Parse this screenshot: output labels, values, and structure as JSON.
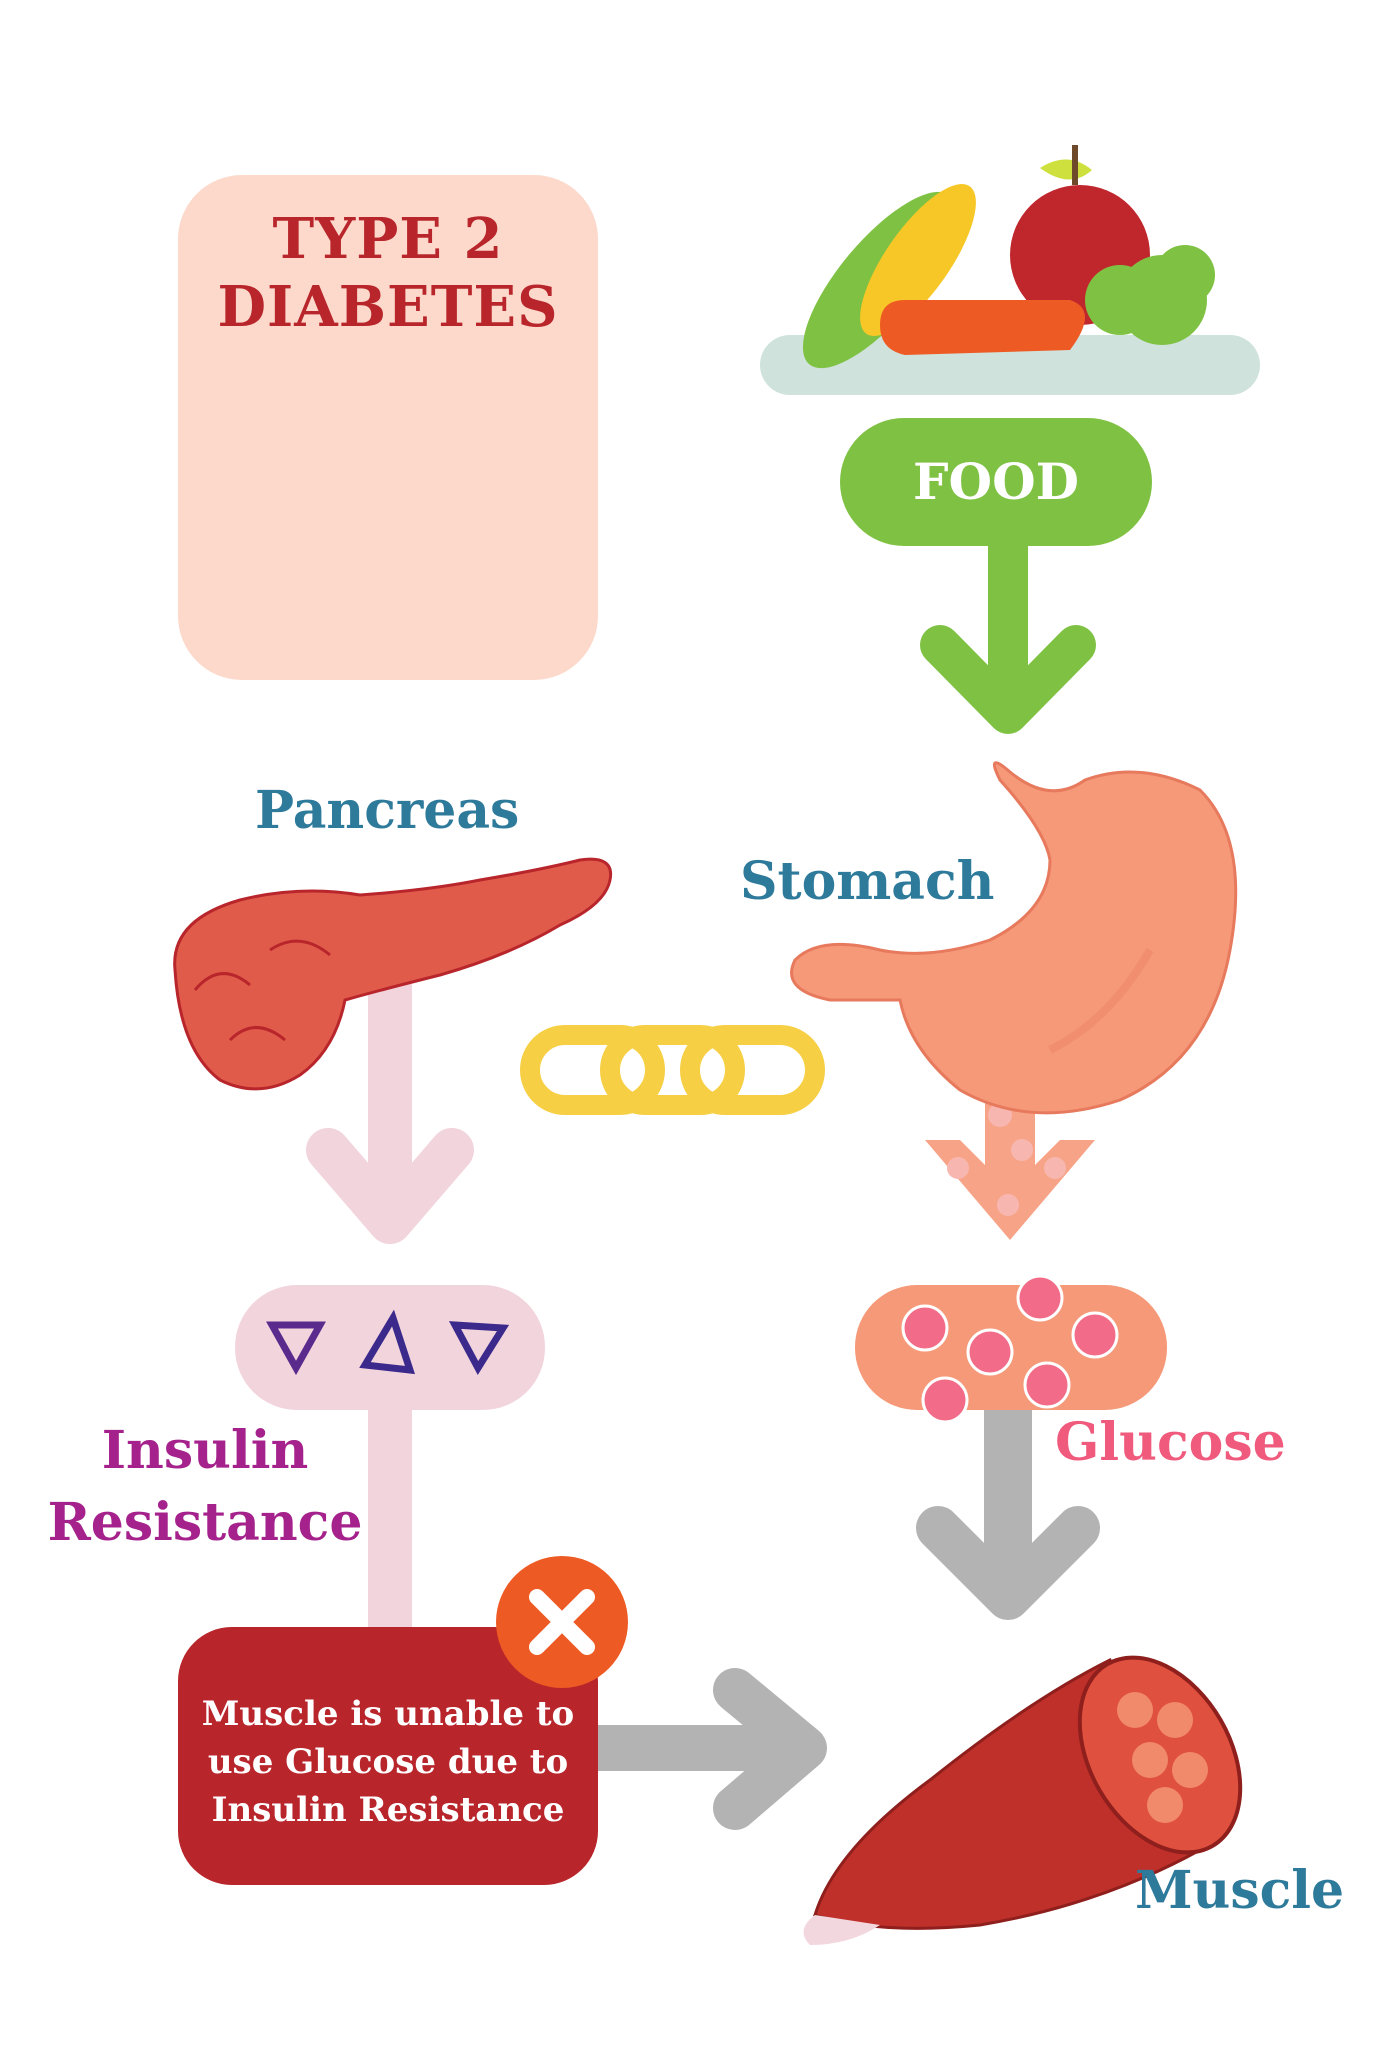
{
  "title": "TYPE 2\nDIABETES",
  "food_label": "FOOD",
  "pancreas_label": "Pancreas",
  "stomach_label": "Stomach",
  "insulin_resistance_label": "Insulin\nResistance",
  "glucose_label": "Glucose",
  "muscle_label": "Muscle",
  "warning_text": "Muscle is unable to\nuse Glucose due to\nInsulin Resistance",
  "icons": [
    "woman-portrait-icon",
    "food-plate-icon",
    "stomach-icon",
    "pancreas-icon",
    "chain-link-icon",
    "insulin-molecule-icon",
    "glucose-molecule-icon",
    "muscle-icon",
    "x-icon"
  ],
  "colors": {
    "title_red": "#b8262c",
    "title_card": "#fdd9cc",
    "food_green": "#7fc243",
    "label_blue": "#2e7a9b",
    "insulin_purple": "#a5218c",
    "glucose_pink": "#ef5a7d",
    "pancreas_arrow": "#f2d4dd",
    "glucose_arrow": "#b3b3b3",
    "x_orange": "#ee5a24"
  }
}
